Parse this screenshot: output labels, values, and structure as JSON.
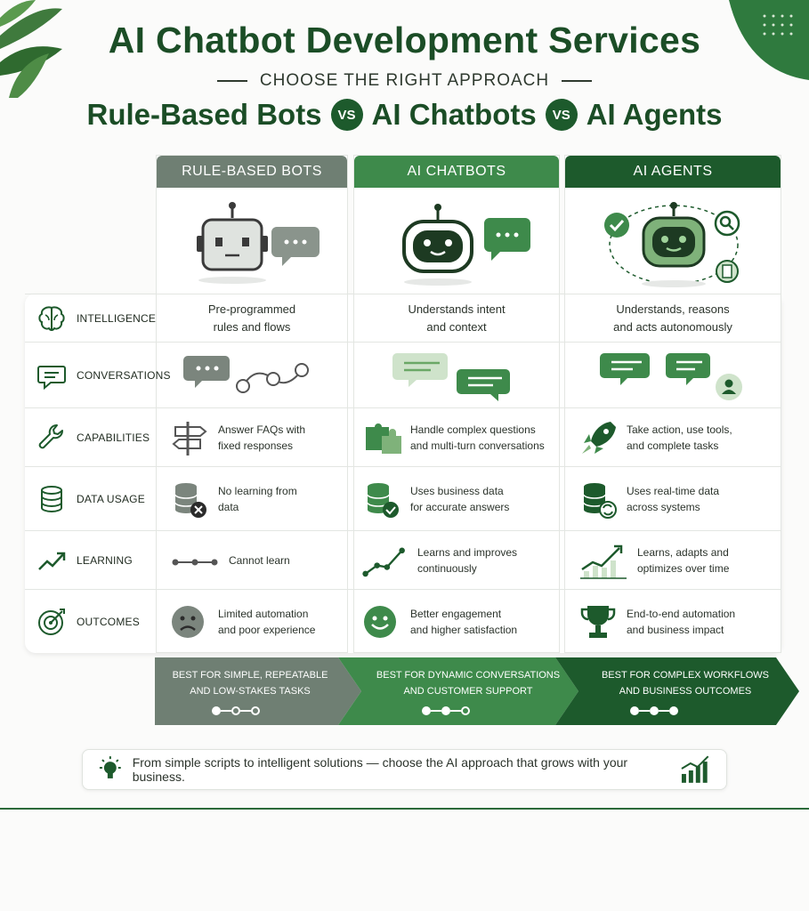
{
  "header": {
    "title": "AI Chatbot Development Services",
    "subtitle": "CHOOSE THE RIGHT APPROACH",
    "compare": [
      "Rule-Based Bots",
      "AI Chatbots",
      "AI Agents"
    ],
    "vs_label": "VS"
  },
  "columns": [
    "RULE-BASED BOTS",
    "AI CHATBOTS",
    "AI AGENTS"
  ],
  "rows": [
    {
      "label": "INTELLIGENCE",
      "icon": "brain-icon",
      "cells": [
        "Pre-programmed\nrules and flows",
        "Understands intent\nand context",
        "Understands, reasons\nand acts autonomously"
      ]
    },
    {
      "label": "CONVERSATIONS",
      "icon": "chat-bubble-icon",
      "cells": [
        "",
        "",
        ""
      ]
    },
    {
      "label": "CAPABILITIES",
      "icon": "wrench-icon",
      "cells": [
        "Answer FAQs with\nfixed responses",
        "Handle complex questions\nand multi-turn conversations",
        "Take action, use tools,\nand complete tasks"
      ]
    },
    {
      "label": "DATA USAGE",
      "icon": "database-icon",
      "cells": [
        "No learning from\ndata",
        "Uses business data\nfor accurate answers",
        "Uses real-time data\nacross systems"
      ]
    },
    {
      "label": "LEARNING",
      "icon": "trend-up-icon",
      "cells": [
        "Cannot learn",
        "Learns and improves\ncontinuously",
        "Learns, adapts and\noptimizes over time"
      ]
    },
    {
      "label": "OUTCOMES",
      "icon": "target-icon",
      "cells": [
        "Limited automation\nand poor experience",
        "Better engagement\nand higher satisfaction",
        "End-to-end automation\nand business impact"
      ]
    }
  ],
  "best_for": [
    {
      "text": "BEST FOR SIMPLE, REPEATABLE\nAND LOW-STAKES TASKS",
      "level": 1
    },
    {
      "text": "BEST FOR DYNAMIC CONVERSATIONS\nAND CUSTOMER SUPPORT",
      "level": 2
    },
    {
      "text": "BEST FOR COMPLEX WORKFLOWS\nAND BUSINESS OUTCOMES",
      "level": 3
    }
  ],
  "footer": {
    "text": "From simple scripts to intelligent solutions — choose the AI approach that grows with your business."
  },
  "colors": {
    "dark_green": "#1d5a2c",
    "mid_green": "#3e8a4b",
    "gray_green": "#6f7f73",
    "light_green": "#cfe3cb"
  }
}
